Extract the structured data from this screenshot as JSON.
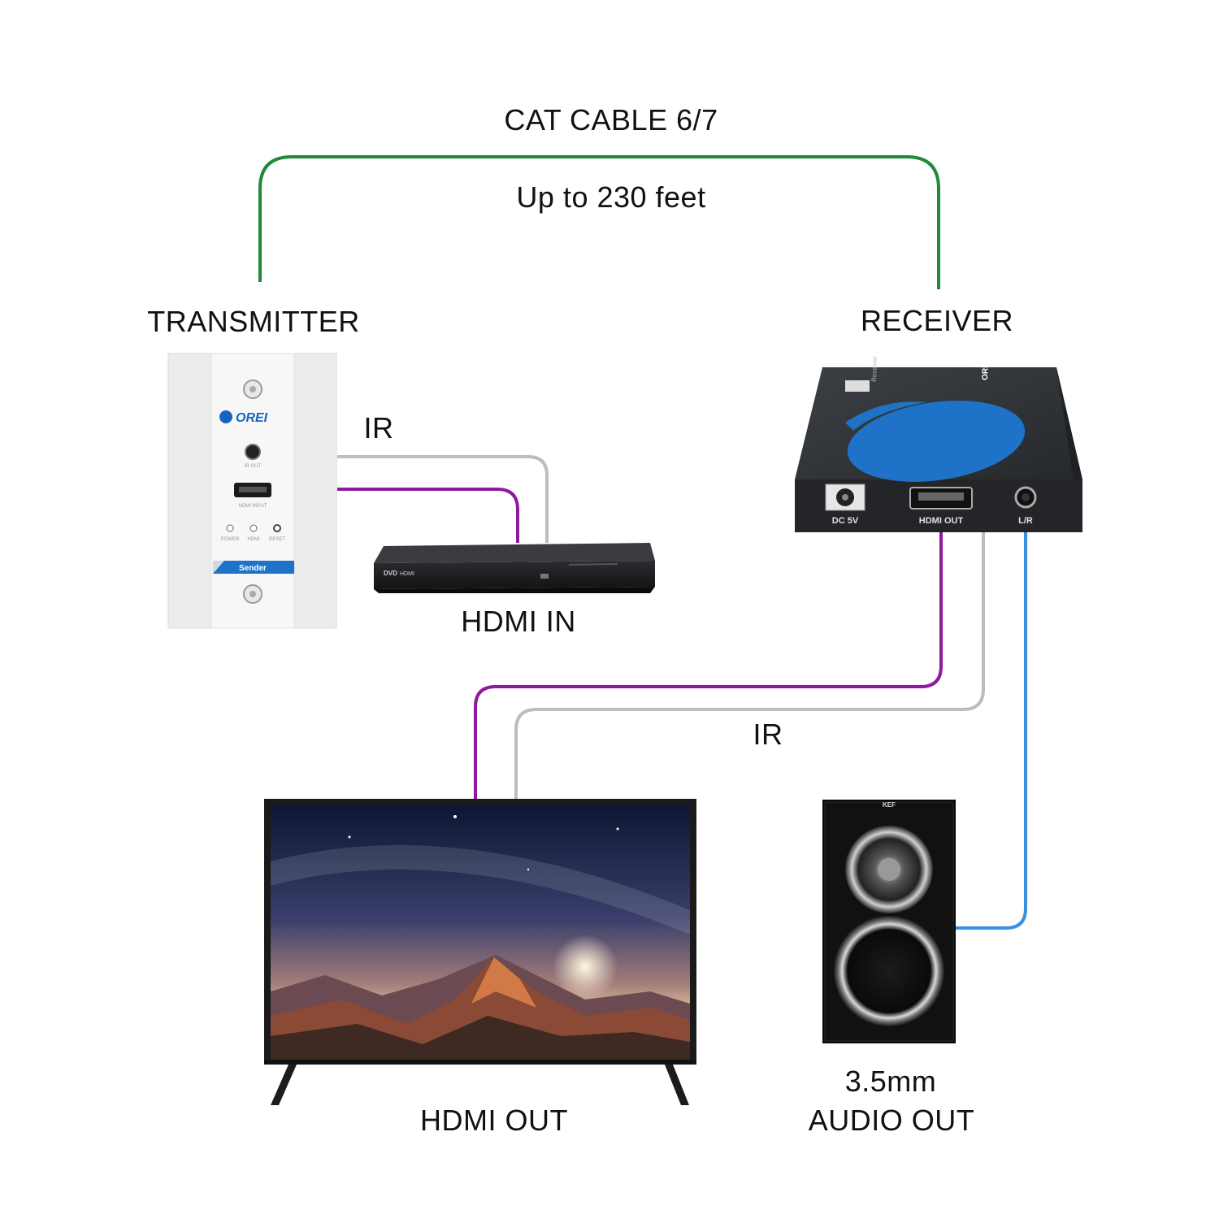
{
  "labels": {
    "cable_title": "CAT CABLE 6/7",
    "cable_distance": "Up to 230 feet",
    "transmitter": "TRANSMITTER",
    "receiver": "RECEIVER",
    "ir_top": "IR",
    "ir_bottom": "IR",
    "hdmi_in": "HDMI IN",
    "hdmi_out": "HDMI OUT",
    "audio_out_line1": "3.5mm",
    "audio_out_line2": "AUDIO OUT"
  },
  "transmitter_plate": {
    "brand": "OREI",
    "ir_out": "IR OUT",
    "hdmi_input": "HDMI INPUT",
    "led_power": "POWER",
    "led_hdmi": "HDMI",
    "led_reset": "RESET",
    "badge": "Sender"
  },
  "receiver_box": {
    "brand": "OREI",
    "dc": "DC 5V",
    "hdmi_out": "HDMI OUT",
    "lr": "L/R",
    "side_tag": "Receiver"
  },
  "dvd_player": {
    "logo": "DVD",
    "hdmi_logo": "HDMI"
  },
  "speaker": {
    "brand": "KEF"
  },
  "colors": {
    "cat_cable": "#1f8a3b",
    "hdmi_cable": "#8e1a9e",
    "ir_cable": "#bdbdbd",
    "audio_cable": "#3a8fe0",
    "brand_blue": "#1565c0"
  }
}
